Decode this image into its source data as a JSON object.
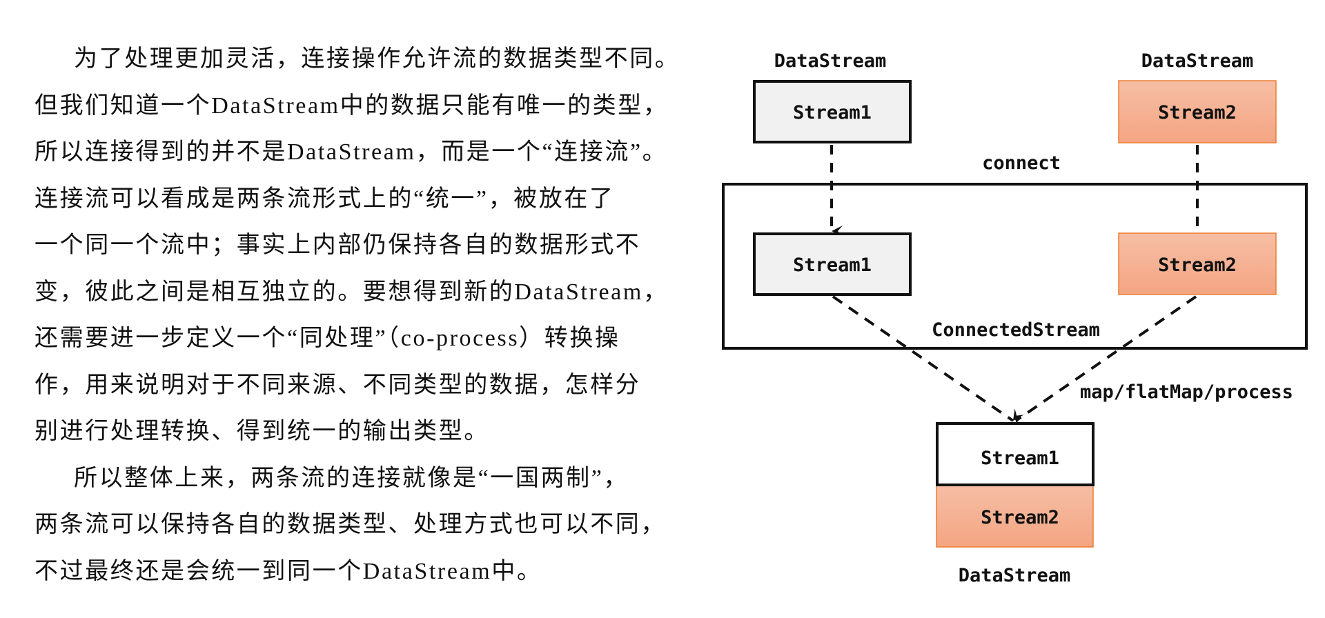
{
  "paragraphs": [
    {
      "lines": [
        "为了处理更加灵活，连接操作允许流的数据类型不同。",
        "但我们知道一个DataStream中的数据只能有唯一的类型，",
        "所以连接得到的并不是DataStream，而是一个“连接流”。",
        "连接流可以看成是两条流形式上的“统一”，被放在了",
        "一个同一个流中；事实上内部仍保持各自的数据形式不",
        "变，彼此之间是相互独立的。要想得到新的DataStream，",
        "还需要进一步定义一个“同处理”（co-process）转换操",
        "作，用来说明对于不同来源、不同类型的数据，怎样分",
        "别进行处理转换、得到统一的输出类型。"
      ]
    },
    {
      "lines": [
        "所以整体上来，两条流的连接就像是“一国两制”，",
        "两条流可以保持各自的数据类型、处理方式也可以不同，",
        "不过最终还是会统一到同一个DataStream中。"
      ]
    }
  ],
  "diagram": {
    "source_left": {
      "caption": "DataStream",
      "box_label": "Stream1"
    },
    "source_right": {
      "caption": "DataStream",
      "box_label": "Stream2"
    },
    "connect_label": "connect",
    "connected": {
      "caption": "ConnectedStream",
      "left_label": "Stream1",
      "right_label": "Stream2"
    },
    "transform_label": "map/flatMap/process",
    "result": {
      "caption": "DataStream",
      "top_label": "Stream1",
      "bottom_label": "Stream2"
    },
    "colors": {
      "stream1_fill": "#f1f1f1",
      "stream1_border": "#111111",
      "stream2_fill_top": "#f6bea5",
      "stream2_fill_bottom": "#f4a582",
      "stream2_border": "#ed7d31",
      "line": "#111111"
    }
  }
}
